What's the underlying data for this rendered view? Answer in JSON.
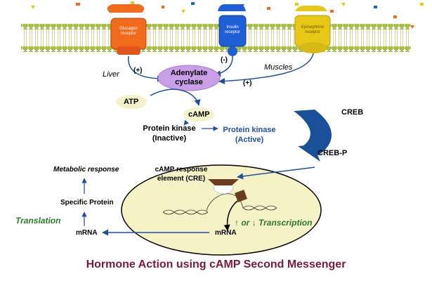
{
  "receptors": {
    "glucagon": "Glucagon receptor",
    "insulin": "Insulin receptor",
    "epinephrine": "Epinephrine receptor"
  },
  "labels": {
    "liver": "Liver",
    "muscles": "Muscles",
    "plus_left": "(+)",
    "minus_mid": "(-)",
    "plus_right": "(+)",
    "adenylate_cyclase": "Adenylate cyclase",
    "atp": "ATP",
    "camp": "cAMP",
    "pk_inactive_1": "Protein kinase",
    "pk_inactive_2": "(Inactive)",
    "pk_active_1": "Protein kinase",
    "pk_active_2": "(Active)",
    "creb": "CREB",
    "creb_p": "CREB-P",
    "cre_1": "cAMP response",
    "cre_2": "element (CRE)",
    "metabolic_response": "Metabolic response",
    "specific_protein": "Specific Protein",
    "translation": "Translation",
    "mrna_left": "mRNA",
    "mrna_nucleus": "mRNA",
    "transcription": "↑ or ↓ Transcription"
  },
  "caption": "Hormone Action using cAMP Second Messenger",
  "colors": {
    "membrane": "#c9d94a",
    "head": "#a8c23a",
    "glucagon": "#f26a1b",
    "insulin": "#1f5fd6",
    "epinephrine": "#e8c817",
    "adenylate": "#c9a0e8",
    "atp_bg": "#f3f2c8",
    "nucleus": "#f5f2c6",
    "creb": "#1a4f9a",
    "caption": "#7a1a3a",
    "arrow": "#1e4fa3"
  }
}
